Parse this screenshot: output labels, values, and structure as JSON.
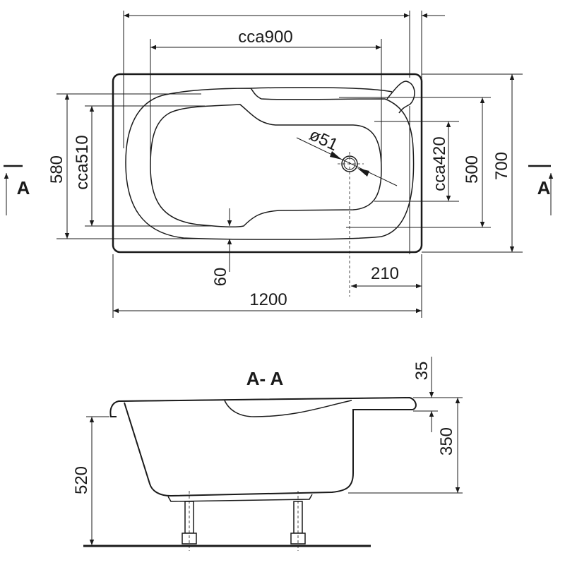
{
  "top_view": {
    "dimensions": {
      "inner_length": "cca900",
      "overall_length": "1200",
      "drain_offset": "210",
      "rim_width": "60",
      "outer_width_580": "580",
      "inner_width": "cca510",
      "bottom_width": "cca420",
      "basin_width": "500",
      "overall_width": "700",
      "drain_diameter": "ø51"
    },
    "section_marker_left": "A",
    "section_marker_right": "A"
  },
  "section_view": {
    "title": "A- A",
    "dimensions": {
      "rim_thickness": "35",
      "depth": "350",
      "height": "520"
    }
  }
}
